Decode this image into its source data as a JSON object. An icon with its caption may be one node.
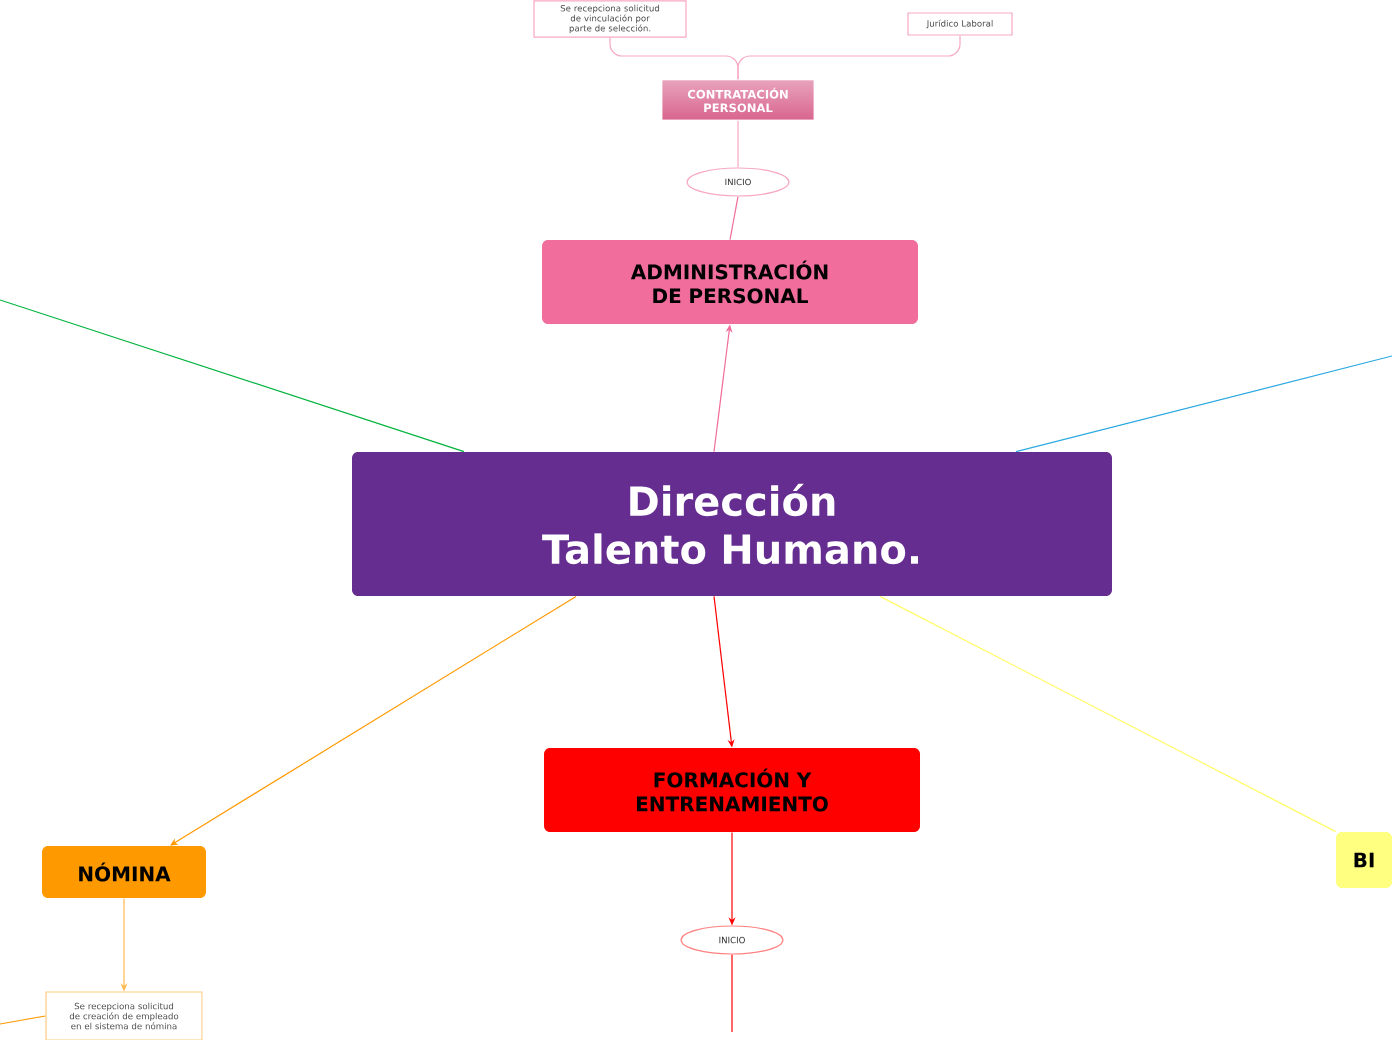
{
  "diagram": {
    "nodes": [
      {
        "text": [
          "Se recepciona solicitud de vinculación por parte de selección."
        ]
      },
      {
        "text": [
          "Jurídico Laboral"
        ]
      },
      {
        "text": [
          "CONTRATACIÓN PERSONAL"
        ]
      },
      {
        "text": [
          "INICIO"
        ]
      },
      {
        "text": [
          "ADMINISTRACIÓN DE PERSONAL"
        ]
      },
      {
        "text": [
          "Dirección Talento Humano."
        ]
      },
      {
        "text": [
          "FORMACIÓN Y ENTRENAMIENTO"
        ]
      },
      {
        "text": [
          "INICIO"
        ]
      },
      {
        "text": [
          "NÓMINA"
        ]
      },
      {
        "text": [
          "Se recepciona solicitud de creación de empleado en el sistema de nómina"
        ]
      },
      {
        "text": [
          "BI"
        ]
      }
    ],
    "edges": [
      {
        "from": 5,
        "to": 4,
        "arrow": "to",
        "color": "#f06d9c"
      },
      {
        "from": 4,
        "to": 3,
        "arrow": "none",
        "color": "#f06d9c"
      },
      {
        "from": 3,
        "to": 2,
        "arrow": "none",
        "color": "#f7a8c4"
      },
      {
        "from": 2,
        "to": 0,
        "arrow": "none",
        "color": "#f7a8c4"
      },
      {
        "from": 2,
        "to": 1,
        "arrow": "none",
        "color": "#f7a8c4"
      },
      {
        "from": 5,
        "to": 6,
        "arrow": "to",
        "color": "#ff0000"
      },
      {
        "from": 6,
        "to": 7,
        "arrow": "to",
        "color": "#ff0000"
      },
      {
        "from": 7,
        "to": null,
        "arrow": "none",
        "color": "#ff0000"
      },
      {
        "from": 5,
        "to": 8,
        "arrow": "to",
        "color": "#ff9900"
      },
      {
        "from": 8,
        "to": 9,
        "arrow": "to",
        "color": "#ffb84d"
      },
      {
        "from": 9,
        "to": null,
        "arrow": "none",
        "color": "#ff9900"
      },
      {
        "from": 5,
        "to": null,
        "arrow": "none",
        "color": "#00b33c"
      },
      {
        "from": 5,
        "to": null,
        "arrow": "none",
        "color": "#29a8e0"
      },
      {
        "from": 5,
        "to": 10,
        "arrow": "none",
        "color": "#ffff66"
      }
    ]
  }
}
